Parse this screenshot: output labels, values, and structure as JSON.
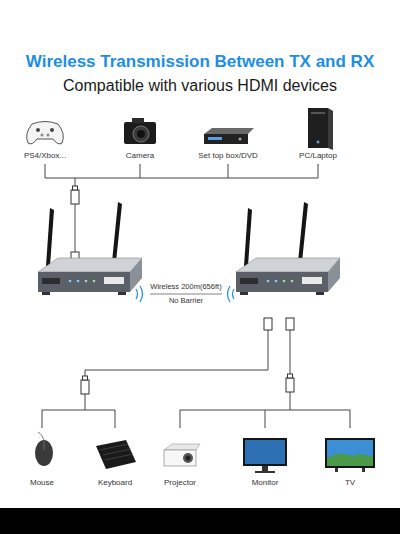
{
  "diagram": {
    "title": "Wireless Transmission Between TX and RX",
    "labels": [
      "Compatible with various HDMI devices",
      "PS4/Xbox...",
      "Camera",
      "Set top box/DVD",
      "PC/Laptop",
      "Wireless 200m(656ft)",
      "No Barrier",
      "Mouse",
      "Keyboard",
      "Projector",
      "Monitor",
      "TV"
    ]
  }
}
